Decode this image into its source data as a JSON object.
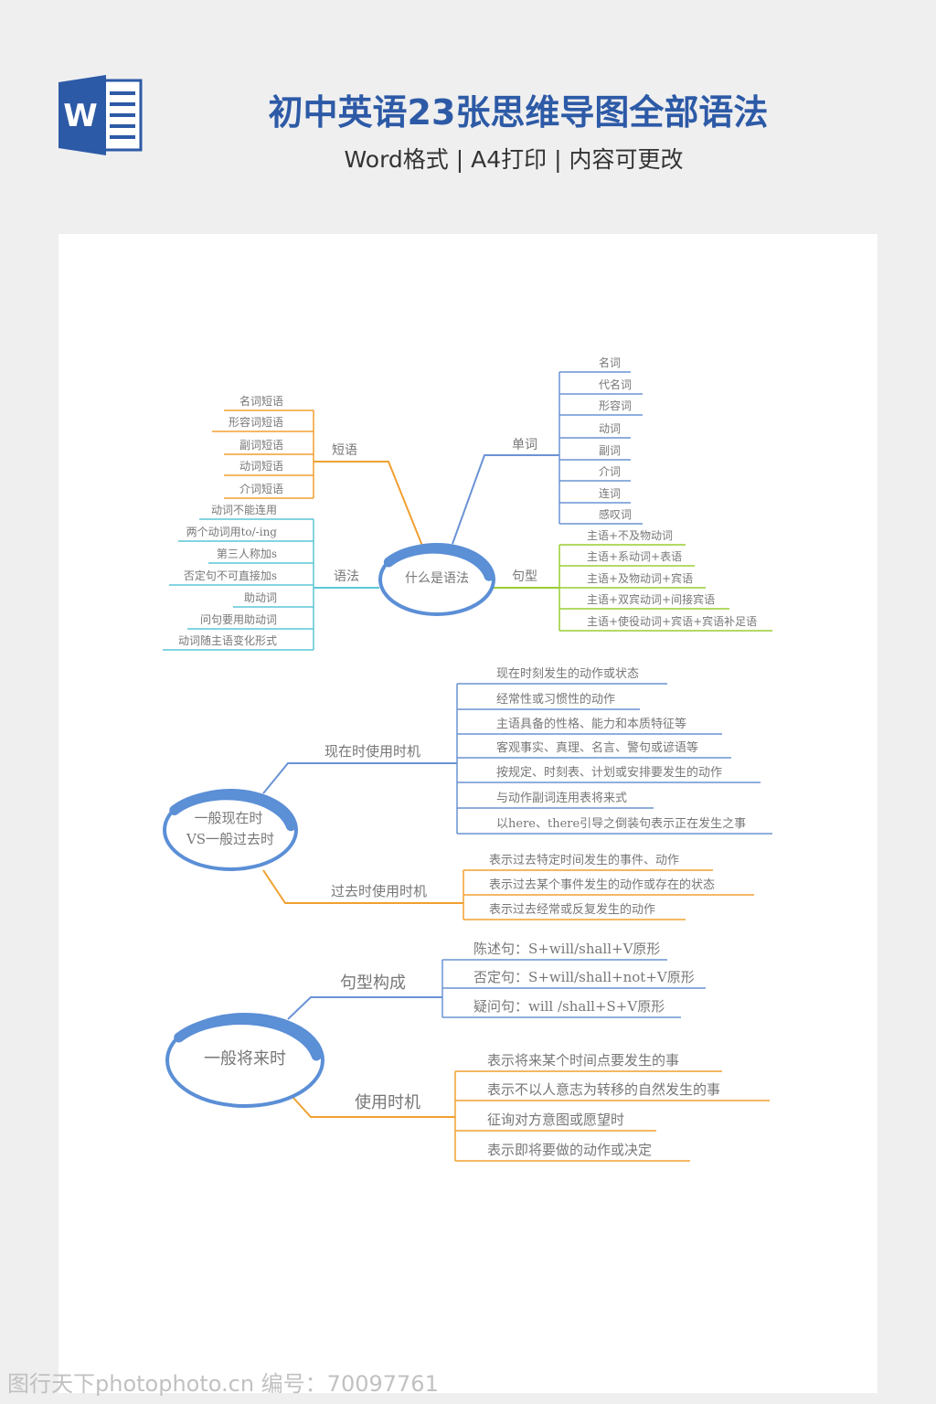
{
  "header": {
    "title": "初中英语23张思维导图全部语法",
    "subtitle": "Word格式 | A4打印 | 内容可更改",
    "icon": "word-document-icon",
    "icon_letter": "W"
  },
  "colors": {
    "title": "#2d5aa6",
    "blue": "#6a93d4",
    "orange": "#f0a030",
    "cyan": "#5cc6d6",
    "green": "#9acd32",
    "center": "#5b8fd6"
  },
  "map1": {
    "center": "什么是语法",
    "phrases": {
      "label": "短语",
      "items": [
        "名词短语",
        "形容词短语",
        "副词短语",
        "动词短语",
        "介词短语"
      ]
    },
    "grammar": {
      "label": "语法",
      "items": [
        "动词不能连用",
        "两个动词用to/-ing",
        "第三人称加s",
        "否定句不可直接加s",
        "助动词",
        "问句要用助动词",
        "动词随主语变化形式"
      ]
    },
    "words": {
      "label": "单词",
      "items": [
        "名词",
        "代名词",
        "形容词",
        "动词",
        "副词",
        "介词",
        "连词",
        "感叹词"
      ]
    },
    "sentences": {
      "label": "句型",
      "items": [
        "主语+不及物动词",
        "主语+系动词+表语",
        "主语+及物动词+宾语",
        "主语+双宾动词+间接宾语",
        "主语+使役动词+宾语+宾语补足语"
      ]
    }
  },
  "map2": {
    "center_line1": "一般现在时",
    "center_line2": "VS一般过去时",
    "present": {
      "label": "现在时使用时机",
      "items": [
        "现在时刻发生的动作或状态",
        "经常性或习惯性的动作",
        "主语具备的性格、能力和本质特征等",
        "客观事实、真理、名言、警句或谚语等",
        "按规定、时刻表、计划或安排要发生的动作",
        "与动作副词连用表将来式",
        "以here、there引导之倒装句表示正在发生之事"
      ]
    },
    "past": {
      "label": "过去时使用时机",
      "items": [
        "表示过去特定时间发生的事件、动作",
        "表示过去某个事件发生的动作或存在的状态",
        "表示过去经常或反复发生的动作"
      ]
    }
  },
  "map3": {
    "center": "一般将来时",
    "structure": {
      "label": "句型构成",
      "items": [
        "陈述句：S+will/shall+V原形",
        "否定句：S+will/shall+not+V原形",
        "疑问句：will /shall+S+V原形"
      ]
    },
    "usage": {
      "label": "使用时机",
      "items": [
        "表示将来某个时间点要发生的事",
        "表示不以人意志为转移的自然发生的事",
        "征询对方意图或愿望时",
        "表示即将要做的动作或决定"
      ]
    }
  },
  "watermark": "图行天下photophoto.cn 编号：70097761"
}
